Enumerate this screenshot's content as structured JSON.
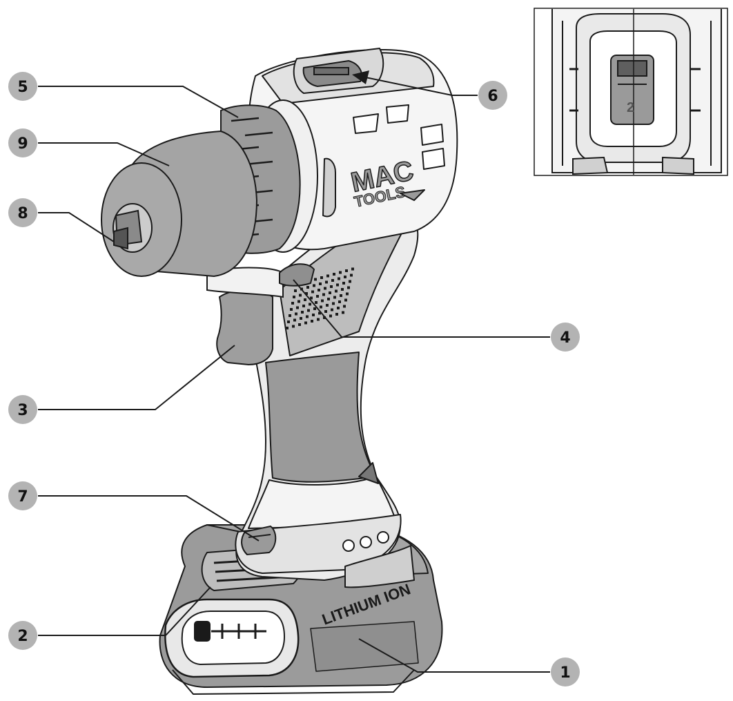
{
  "diagram": {
    "callouts": [
      {
        "id": "1",
        "label": "1",
        "part": "battery-pack"
      },
      {
        "id": "2",
        "label": "2",
        "part": "battery-release-and-fuel-gauge"
      },
      {
        "id": "3",
        "label": "3",
        "part": "trigger"
      },
      {
        "id": "4",
        "label": "4",
        "part": "forward-reverse-switch"
      },
      {
        "id": "5",
        "label": "5",
        "part": "clutch-collar"
      },
      {
        "id": "6",
        "label": "6",
        "part": "gear-selector"
      },
      {
        "id": "7",
        "label": "7",
        "part": "battery-latch"
      },
      {
        "id": "8",
        "label": "8",
        "part": "chuck-jaws"
      },
      {
        "id": "9",
        "label": "9",
        "part": "chuck-sleeve"
      }
    ],
    "brand_text_1": "MAC",
    "brand_text_2": "TOOLS",
    "battery_text": "LITHIUM ION",
    "inset_gear_label": "2",
    "colors": {
      "outline": "#1a1a1a",
      "gray_dark": "#8c8c8c",
      "gray_mid": "#a9a9a9",
      "gray_light": "#d9d9d9",
      "callout_fill": "#b3b3b3"
    }
  }
}
